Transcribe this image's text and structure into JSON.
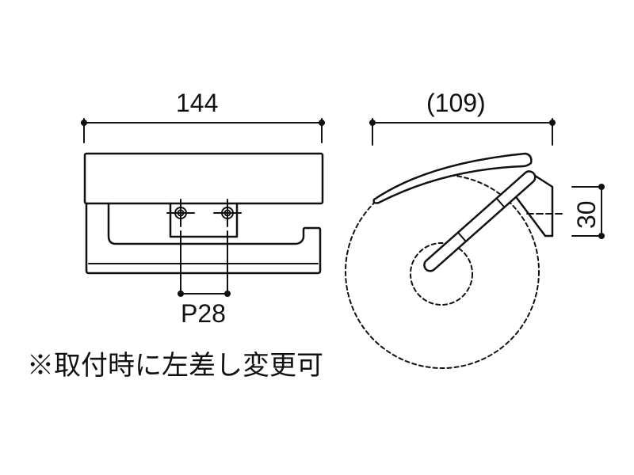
{
  "front_view": {
    "width_dimension": "144",
    "pitch_dimension": "P28"
  },
  "side_view": {
    "depth_dimension": "(109)",
    "height_dimension": "30"
  },
  "note": "※取付時に左差し変更可",
  "colors": {
    "line": "#111111",
    "background": "#ffffff"
  }
}
